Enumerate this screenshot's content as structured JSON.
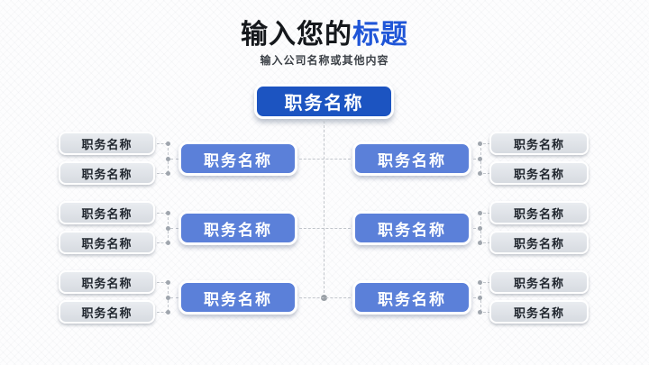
{
  "header": {
    "title_prefix": "输入您的",
    "title_highlight": "标题",
    "subtitle": "输入公司名称或其他内容"
  },
  "colors": {
    "title_text": "#15181c",
    "title_highlight": "#1f55d7",
    "root_box_fill": "#1c54c1",
    "manager_box_fill": "#5b80d9",
    "sub_box_fill": "#dde1e6",
    "sub_box_text": "#20262e",
    "box_text_light": "#ffffff",
    "connector_line": "#c2c6cc",
    "connector_dot": "#9fa5ad",
    "background": "#fdfdfe"
  },
  "org": {
    "root_label": "职务名称",
    "rows": [
      {
        "left": {
          "manager": "职务名称",
          "subs": [
            "职务名称",
            "职务名称"
          ]
        },
        "right": {
          "manager": "职务名称",
          "subs": [
            "职务名称",
            "职务名称"
          ]
        }
      },
      {
        "left": {
          "manager": "职务名称",
          "subs": [
            "职务名称",
            "职务名称"
          ]
        },
        "right": {
          "manager": "职务名称",
          "subs": [
            "职务名称",
            "职务名称"
          ]
        }
      },
      {
        "left": {
          "manager": "职务名称",
          "subs": [
            "职务名称",
            "职务名称"
          ]
        },
        "right": {
          "manager": "职务名称",
          "subs": [
            "职务名称",
            "职务名称"
          ]
        }
      }
    ]
  }
}
